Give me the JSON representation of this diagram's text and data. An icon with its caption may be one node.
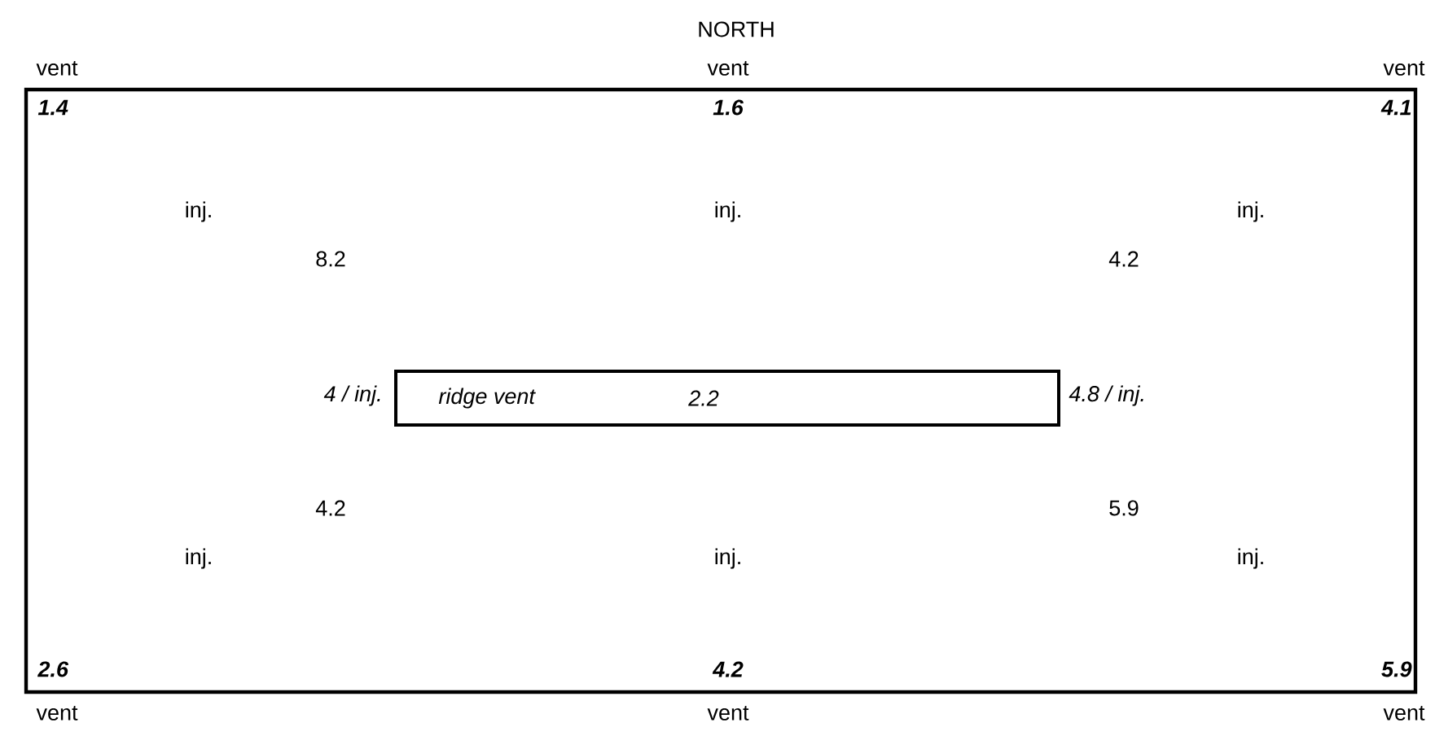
{
  "diagram": {
    "nodes": [
      {
        "text": [],
        "shape": "box"
      },
      {
        "text": [
          "ridge vent",
          "2.2"
        ],
        "in": 0
      }
    ],
    "edges": [],
    "labels": [
      "NORTH",
      "vent",
      "vent",
      "vent",
      "1.4",
      "1.6",
      "4.1",
      "inj.",
      "inj.",
      "inj.",
      "8.2",
      "4.2",
      "4 / inj.",
      "4.8 / inj.",
      "4.2",
      "5.9",
      "inj.",
      "inj.",
      "inj.",
      "2.6",
      "4.2",
      "5.9",
      "vent",
      "vent",
      "vent"
    ]
  }
}
